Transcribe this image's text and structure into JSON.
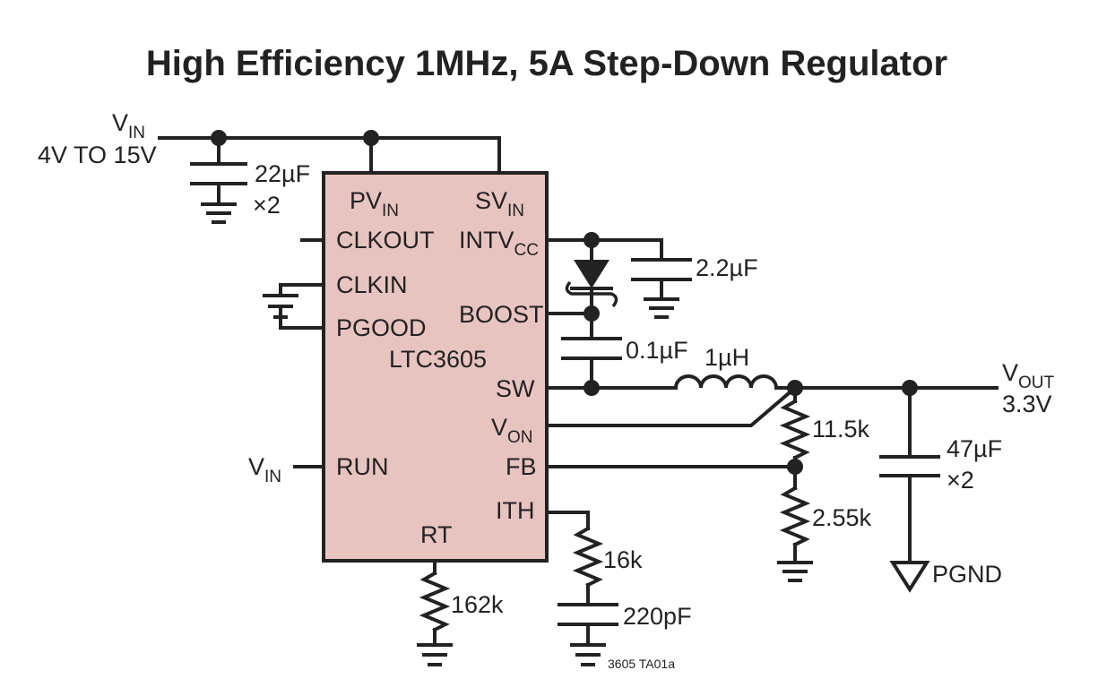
{
  "title": "High Efficiency 1MHz, 5A Step-Down Regulator",
  "colors": {
    "ic_fill": "#e8c4c0",
    "ink": "#222222"
  },
  "ic": {
    "part": "LTC3605",
    "pins": {
      "pvin": "PV",
      "pvin_sub": "IN",
      "svin": "SV",
      "svin_sub": "IN",
      "clkout": "CLKOUT",
      "intvcc": "INTV",
      "intvcc_sub": "CC",
      "clkin": "CLKIN",
      "boost": "BOOST",
      "pgood": "PGOOD",
      "sw": "SW",
      "von": "V",
      "von_sub": "ON",
      "run": "RUN",
      "fb": "FB",
      "ith": "ITH",
      "rt": "RT"
    }
  },
  "input": {
    "label": "V",
    "label_sub": "IN",
    "range": "4V TO 15V",
    "run_label": "V",
    "run_label_sub": "IN"
  },
  "output": {
    "label": "V",
    "label_sub": "OUT",
    "value": "3.3V",
    "gnd": "PGND"
  },
  "components": {
    "cin": "22µF",
    "cin_mult": "×2",
    "cintvcc": "2.2µF",
    "cboost": "0.1µF",
    "inductor": "1µH",
    "r_top": "11.5k",
    "r_bot": "2.55k",
    "cout": "47µF",
    "cout_mult": "×2",
    "r_rt": "162k",
    "r_ith": "16k",
    "c_ith": "220pF"
  },
  "figure_id": "3605 TA01a"
}
